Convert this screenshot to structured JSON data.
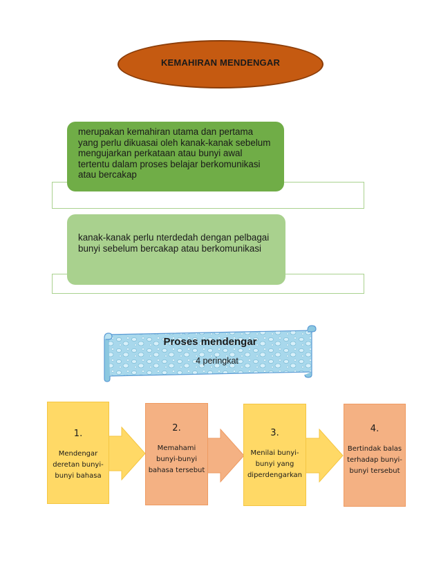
{
  "title": "KEMAHIRAN MENDENGAR",
  "boxes": [
    {
      "text": "merupakan kemahiran utama dan pertama yang perlu dikuasai oleh kanak-kanak sebelum mengujarkan perkataan atau bunyi awal tertentu dalam proses belajar berkomunikasi atau bercakap"
    },
    {
      "text": "kanak-kanak  perlu nterdedah dengan pelbagai bunyi sebelum bercakap atau berkomunikasi"
    }
  ],
  "scroll": {
    "title": "Proses mendengar",
    "subtitle": "4 peringkat"
  },
  "steps": [
    {
      "number": "1.",
      "text": "Mendengar deretan bunyi-bunyi bahasa"
    },
    {
      "number": "2.",
      "text": "Memahami bunyi-bunyi bahasa tersebut"
    },
    {
      "number": "3.",
      "text": "Menilai bunyi-bunyi yang diperdengarkan"
    },
    {
      "number": "4.",
      "text": "Bertindak balas terhadap bunyi-bunyi tersebut"
    }
  ],
  "colors": {
    "title_fill": "#c55a11",
    "box_dark_green": "#70ad47",
    "box_light_green": "#a9d18e",
    "scroll_fill": "#9fd4e8",
    "step_yellow": "#ffd966",
    "step_salmon": "#f4b183"
  }
}
